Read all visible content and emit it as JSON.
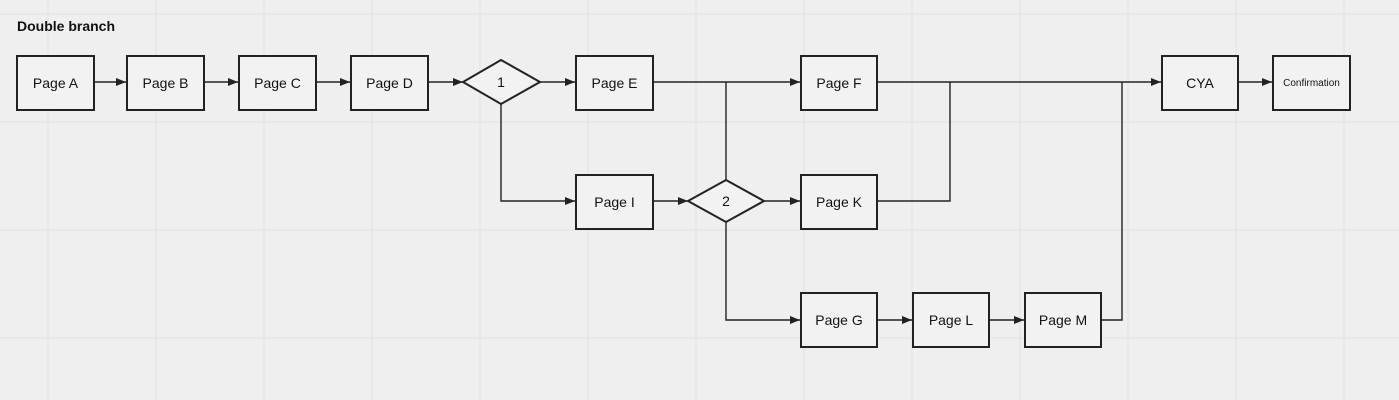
{
  "diagram": {
    "title": "Double branch",
    "pages": {
      "A": "Page A",
      "B": "Page B",
      "C": "Page C",
      "D": "Page D",
      "E": "Page E",
      "F": "Page F",
      "I": "Page I",
      "K": "Page K",
      "G": "Page G",
      "L": "Page L",
      "M": "Page M",
      "CYA": "CYA",
      "Confirmation": "Confirmation"
    },
    "decisions": {
      "d1": "1",
      "d2": "2"
    },
    "connections": [
      [
        "Page A",
        "Page B"
      ],
      [
        "Page B",
        "Page C"
      ],
      [
        "Page C",
        "Page D"
      ],
      [
        "Page D",
        "1"
      ],
      [
        "1",
        "Page E"
      ],
      [
        "1",
        "Page I"
      ],
      [
        "Page E",
        "Page F"
      ],
      [
        "Page I",
        "2"
      ],
      [
        "2",
        "Page F"
      ],
      [
        "2",
        "Page K"
      ],
      [
        "2",
        "Page G"
      ],
      [
        "Page G",
        "Page L"
      ],
      [
        "Page L",
        "Page M"
      ],
      [
        "Page F",
        "CYA"
      ],
      [
        "Page K",
        "CYA"
      ],
      [
        "Page M",
        "CYA"
      ],
      [
        "CYA",
        "Confirmation"
      ]
    ]
  }
}
